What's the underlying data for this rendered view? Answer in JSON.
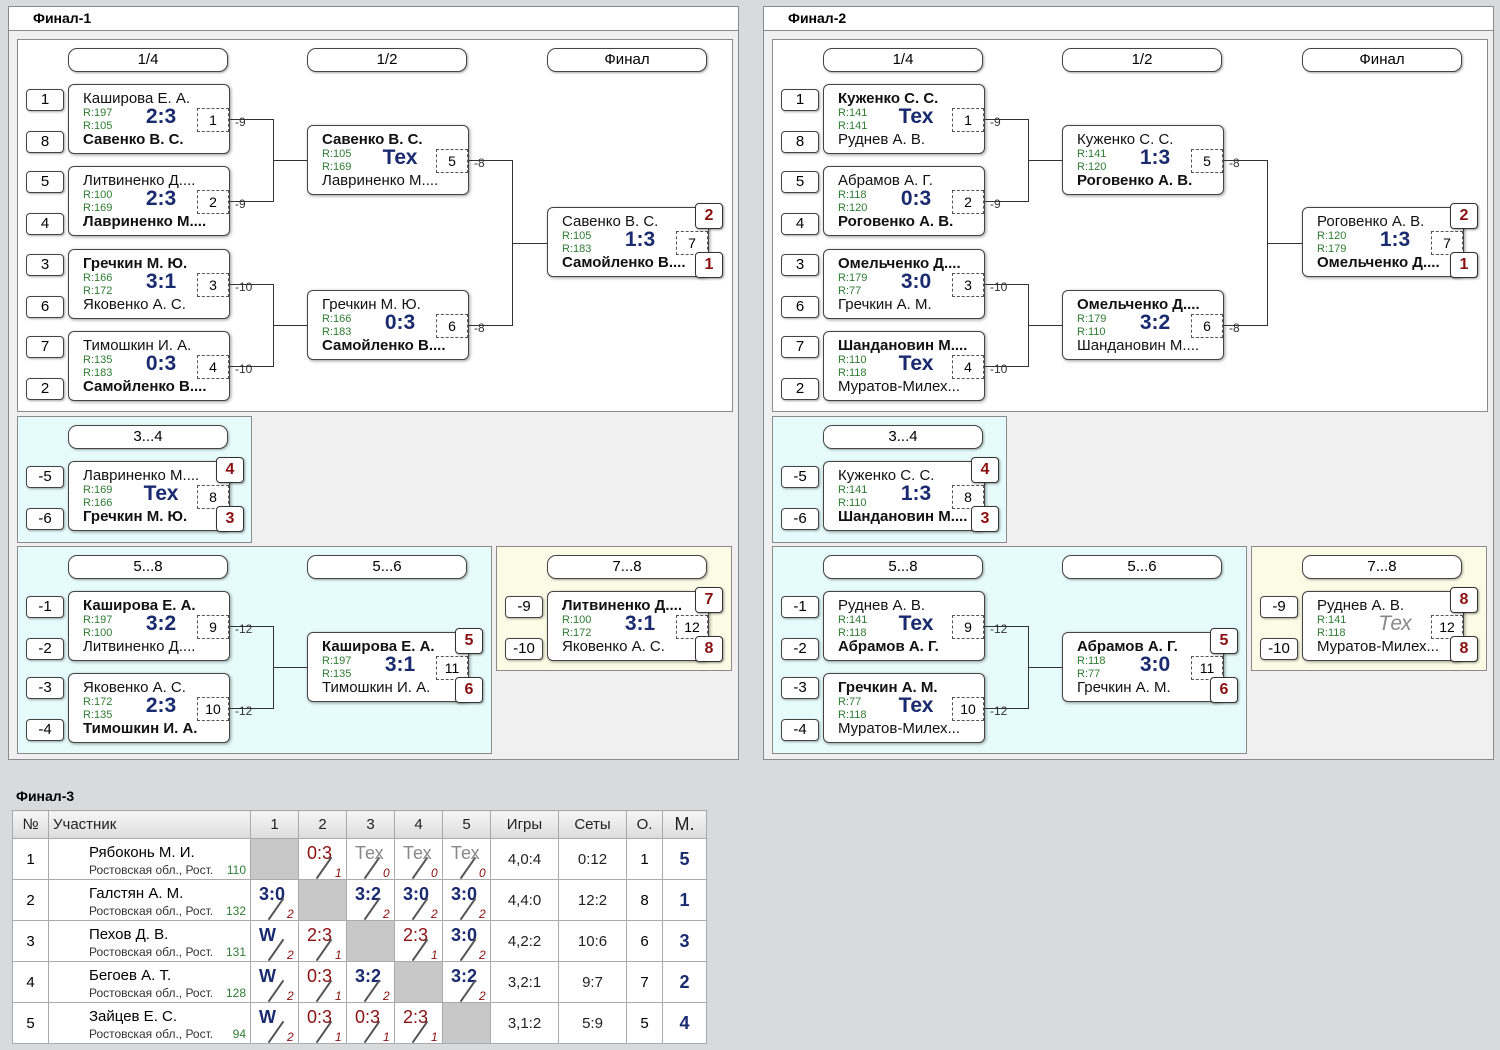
{
  "finals": [
    {
      "title": "Финал-1",
      "rounds": [
        "1/4",
        "1/2",
        "Финал"
      ],
      "qf": [
        {
          "seeds": [
            "1",
            "8"
          ],
          "p1": "Каширова Е. А.",
          "p2": "Савенко В. С.",
          "win": 2,
          "r1": "R:197",
          "r2": "R:105",
          "score": "2:3",
          "num": "1",
          "ch": "-9"
        },
        {
          "seeds": [
            "5",
            "4"
          ],
          "p1": "Литвиненко Д....",
          "p2": "Лавриненко М....",
          "win": 2,
          "r1": "R:100",
          "r2": "R:169",
          "score": "2:3",
          "num": "2",
          "ch": "-9"
        },
        {
          "seeds": [
            "3",
            "6"
          ],
          "p1": "Гречкин М. Ю.",
          "p2": "Яковенко А. С.",
          "win": 1,
          "r1": "R:166",
          "r2": "R:172",
          "score": "3:1",
          "num": "3",
          "ch": "-10"
        },
        {
          "seeds": [
            "7",
            "2"
          ],
          "p1": "Тимошкин И. А.",
          "p2": "Самойленко В....",
          "win": 2,
          "r1": "R:135",
          "r2": "R:183",
          "score": "0:3",
          "num": "4",
          "ch": "-10"
        }
      ],
      "sf": [
        {
          "p1": "Савенко В. С.",
          "p2": "Лавриненко М....",
          "win": 1,
          "r1": "R:105",
          "r2": "R:169",
          "score": "Тех",
          "num": "5",
          "ch": "-8"
        },
        {
          "p1": "Гречкин М. Ю.",
          "p2": "Самойленко В....",
          "win": 2,
          "r1": "R:166",
          "r2": "R:183",
          "score": "0:3",
          "num": "6",
          "ch": "-8"
        }
      ],
      "fin": {
        "p1": "Савенко В. С.",
        "p2": "Самойленко В....",
        "win": 2,
        "r1": "R:105",
        "r2": "R:183",
        "score": "1:3",
        "num": "7",
        "pl1": "2",
        "pl2": "1"
      },
      "m34": {
        "label": "3...4",
        "seeds": [
          "-5",
          "-6"
        ],
        "p1": "Лавриненко М....",
        "p2": "Гречкин М. Ю.",
        "win": 2,
        "r1": "R:169",
        "r2": "R:166",
        "score": "Тех",
        "num": "8",
        "pl1": "4",
        "pl2": "3"
      },
      "m58": {
        "label": "5...8",
        "label2": "5...6",
        "a": {
          "seeds": [
            "-1",
            "-2"
          ],
          "p1": "Каширова Е. А.",
          "p2": "Литвиненко Д....",
          "win": 1,
          "r1": "R:197",
          "r2": "R:100",
          "score": "3:2",
          "num": "9",
          "ch": "-12"
        },
        "b": {
          "seeds": [
            "-3",
            "-4"
          ],
          "p1": "Яковенко А. С.",
          "p2": "Тимошкин И. А.",
          "win": 2,
          "r1": "R:172",
          "r2": "R:135",
          "score": "2:3",
          "num": "10",
          "ch": "-12"
        },
        "c": {
          "p1": "Каширова Е. А.",
          "p2": "Тимошкин И. А.",
          "win": 1,
          "r1": "R:197",
          "r2": "R:135",
          "score": "3:1",
          "num": "11",
          "pl1": "5",
          "pl2": "6"
        }
      },
      "m78": {
        "label": "7...8",
        "seeds": [
          "-9",
          "-10"
        ],
        "p1": "Литвиненко Д....",
        "p2": "Яковенко А. С.",
        "win": 1,
        "r1": "R:100",
        "r2": "R:172",
        "score": "3:1",
        "num": "12",
        "pl1": "7",
        "pl2": "8"
      }
    },
    {
      "title": "Финал-2",
      "rounds": [
        "1/4",
        "1/2",
        "Финал"
      ],
      "qf": [
        {
          "seeds": [
            "1",
            "8"
          ],
          "p1": "Куженко С. С.",
          "p2": "Руднев А. В.",
          "win": 1,
          "r1": "R:141",
          "r2": "R:141",
          "score": "Тех",
          "num": "1",
          "ch": "-9"
        },
        {
          "seeds": [
            "5",
            "4"
          ],
          "p1": "Абрамов А. Г.",
          "p2": "Роговенко А. В.",
          "win": 2,
          "r1": "R:118",
          "r2": "R:120",
          "score": "0:3",
          "num": "2",
          "ch": "-9"
        },
        {
          "seeds": [
            "3",
            "6"
          ],
          "p1": "Омельченко Д....",
          "p2": "Гречкин А. М.",
          "win": 1,
          "r1": "R:179",
          "r2": "R:77",
          "score": "3:0",
          "num": "3",
          "ch": "-10"
        },
        {
          "seeds": [
            "7",
            "2"
          ],
          "p1": "Шандановин М....",
          "p2": "Муратов-Милех...",
          "win": 1,
          "r1": "R:110",
          "r2": "R:118",
          "score": "Тех",
          "num": "4",
          "ch": "-10"
        }
      ],
      "sf": [
        {
          "p1": "Куженко С. С.",
          "p2": "Роговенко А. В.",
          "win": 2,
          "r1": "R:141",
          "r2": "R:120",
          "score": "1:3",
          "num": "5",
          "ch": "-8"
        },
        {
          "p1": "Омельченко Д....",
          "p2": "Шандановин М....",
          "win": 1,
          "r1": "R:179",
          "r2": "R:110",
          "score": "3:2",
          "num": "6",
          "ch": "-8"
        }
      ],
      "fin": {
        "p1": "Роговенко А. В.",
        "p2": "Омельченко Д....",
        "win": 2,
        "r1": "R:120",
        "r2": "R:179",
        "score": "1:3",
        "num": "7",
        "pl1": "2",
        "pl2": "1"
      },
      "m34": {
        "label": "3...4",
        "seeds": [
          "-5",
          "-6"
        ],
        "p1": "Куженко С. С.",
        "p2": "Шандановин М....",
        "win": 2,
        "r1": "R:141",
        "r2": "R:110",
        "score": "1:3",
        "num": "8",
        "pl1": "4",
        "pl2": "3"
      },
      "m58": {
        "label": "5...8",
        "label2": "5...6",
        "a": {
          "seeds": [
            "-1",
            "-2"
          ],
          "p1": "Руднев А. В.",
          "p2": "Абрамов А. Г.",
          "win": 2,
          "r1": "R:141",
          "r2": "R:118",
          "score": "Тех",
          "num": "9",
          "ch": "-12"
        },
        "b": {
          "seeds": [
            "-3",
            "-4"
          ],
          "p1": "Гречкин А. М.",
          "p2": "Муратов-Милех...",
          "win": 1,
          "r1": "R:77",
          "r2": "R:118",
          "score": "Тех",
          "num": "10",
          "ch": "-12"
        },
        "c": {
          "p1": "Абрамов А. Г.",
          "p2": "Гречкин А. М.",
          "win": 1,
          "r1": "R:118",
          "r2": "R:77",
          "score": "3:0",
          "num": "11",
          "pl1": "5",
          "pl2": "6"
        }
      },
      "m78": {
        "label": "7...8",
        "seeds": [
          "-9",
          "-10"
        ],
        "p1": "Руднев А. В.",
        "p2": "Муратов-Милех...",
        "win": 0,
        "r1": "R:141",
        "r2": "R:118",
        "score": "Тех",
        "scoreGray": true,
        "num": "12",
        "pl1": "8",
        "pl2": "8"
      }
    }
  ],
  "final3": {
    "title": "Финал-3",
    "headers": [
      "№",
      "Участник",
      "1",
      "2",
      "3",
      "4",
      "5",
      "Игры",
      "Сеты",
      "О.",
      "М."
    ],
    "rows": [
      {
        "n": "1",
        "name": "Рябоконь М. И.",
        "region": "Ростовская обл., Рост...",
        "rating": "110",
        "cells": [
          null,
          {
            "v": "0:3",
            "t": "r",
            "p": "1"
          },
          {
            "v": "Тех",
            "t": "g",
            "p": "0"
          },
          {
            "v": "Тех",
            "t": "g",
            "p": "0"
          },
          {
            "v": "Тех",
            "t": "g",
            "p": "0"
          }
        ],
        "games": "4,0:4",
        "sets": "0:12",
        "o": "1",
        "m": "5"
      },
      {
        "n": "2",
        "name": "Галстян А. М.",
        "region": "Ростовская обл., Рост...",
        "rating": "132",
        "cells": [
          {
            "v": "3:0",
            "t": "b",
            "p": "2"
          },
          null,
          {
            "v": "3:2",
            "t": "b",
            "p": "2"
          },
          {
            "v": "3:0",
            "t": "b",
            "p": "2"
          },
          {
            "v": "3:0",
            "t": "b",
            "p": "2"
          }
        ],
        "games": "4,4:0",
        "sets": "12:2",
        "o": "8",
        "m": "1"
      },
      {
        "n": "3",
        "name": "Пехов Д. В.",
        "region": "Ростовская обл., Рост...",
        "rating": "131",
        "cells": [
          {
            "v": "W",
            "t": "b",
            "p": "2"
          },
          {
            "v": "2:3",
            "t": "r",
            "p": "1"
          },
          null,
          {
            "v": "2:3",
            "t": "r",
            "p": "1"
          },
          {
            "v": "3:0",
            "t": "b",
            "p": "2"
          }
        ],
        "games": "4,2:2",
        "sets": "10:6",
        "o": "6",
        "m": "3"
      },
      {
        "n": "4",
        "name": "Бегоев А. Т.",
        "region": "Ростовская обл., Рост...",
        "rating": "128",
        "cells": [
          {
            "v": "W",
            "t": "b",
            "p": "2"
          },
          {
            "v": "0:3",
            "t": "r",
            "p": "1"
          },
          {
            "v": "3:2",
            "t": "b",
            "p": "2"
          },
          null,
          {
            "v": "3:2",
            "t": "b",
            "p": "2"
          }
        ],
        "games": "3,2:1",
        "sets": "9:7",
        "o": "7",
        "m": "2"
      },
      {
        "n": "5",
        "name": "Зайцев Е. С.",
        "region": "Ростовская обл., Рост...",
        "rating": "94",
        "cells": [
          {
            "v": "W",
            "t": "b",
            "p": "2"
          },
          {
            "v": "0:3",
            "t": "r",
            "p": "1"
          },
          {
            "v": "0:3",
            "t": "r",
            "p": "1"
          },
          {
            "v": "2:3",
            "t": "r",
            "p": "1"
          },
          null
        ],
        "games": "3,1:2",
        "sets": "5:9",
        "o": "5",
        "m": "4"
      }
    ]
  }
}
